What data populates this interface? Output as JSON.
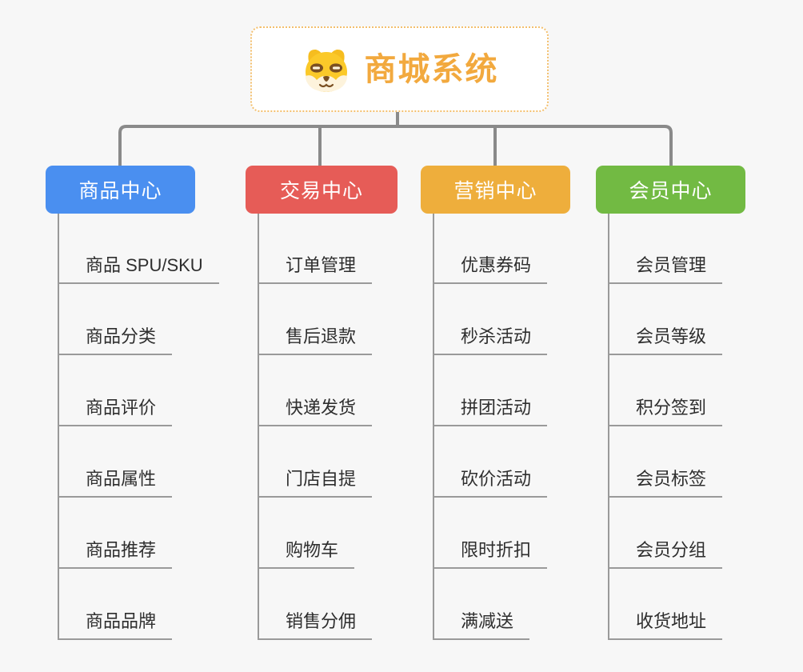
{
  "page": {
    "background_color": "#f7f7f7"
  },
  "root": {
    "title": "商城系统",
    "icon": "shiba-dog-icon",
    "title_color": "#f2a93e",
    "border_color": "#f3bf6d"
  },
  "connectors": {
    "color": "#8a8a8a",
    "child_line_color": "#9a9a9a"
  },
  "branches": [
    {
      "label": "商品中心",
      "color": "#4a8ff0",
      "items": [
        "商品 SPU/SKU",
        "商品分类",
        "商品评价",
        "商品属性",
        "商品推荐",
        "商品品牌"
      ]
    },
    {
      "label": "交易中心",
      "color": "#e65c57",
      "items": [
        "订单管理",
        "售后退款",
        "快递发货",
        "门店自提",
        "购物车",
        "销售分佣"
      ]
    },
    {
      "label": "营销中心",
      "color": "#eeae3c",
      "items": [
        "优惠券码",
        "秒杀活动",
        "拼团活动",
        "砍价活动",
        "限时折扣",
        "满减送"
      ]
    },
    {
      "label": "会员中心",
      "color": "#72ba43",
      "items": [
        "会员管理",
        "会员等级",
        "积分签到",
        "会员标签",
        "会员分组",
        "收货地址"
      ]
    }
  ]
}
